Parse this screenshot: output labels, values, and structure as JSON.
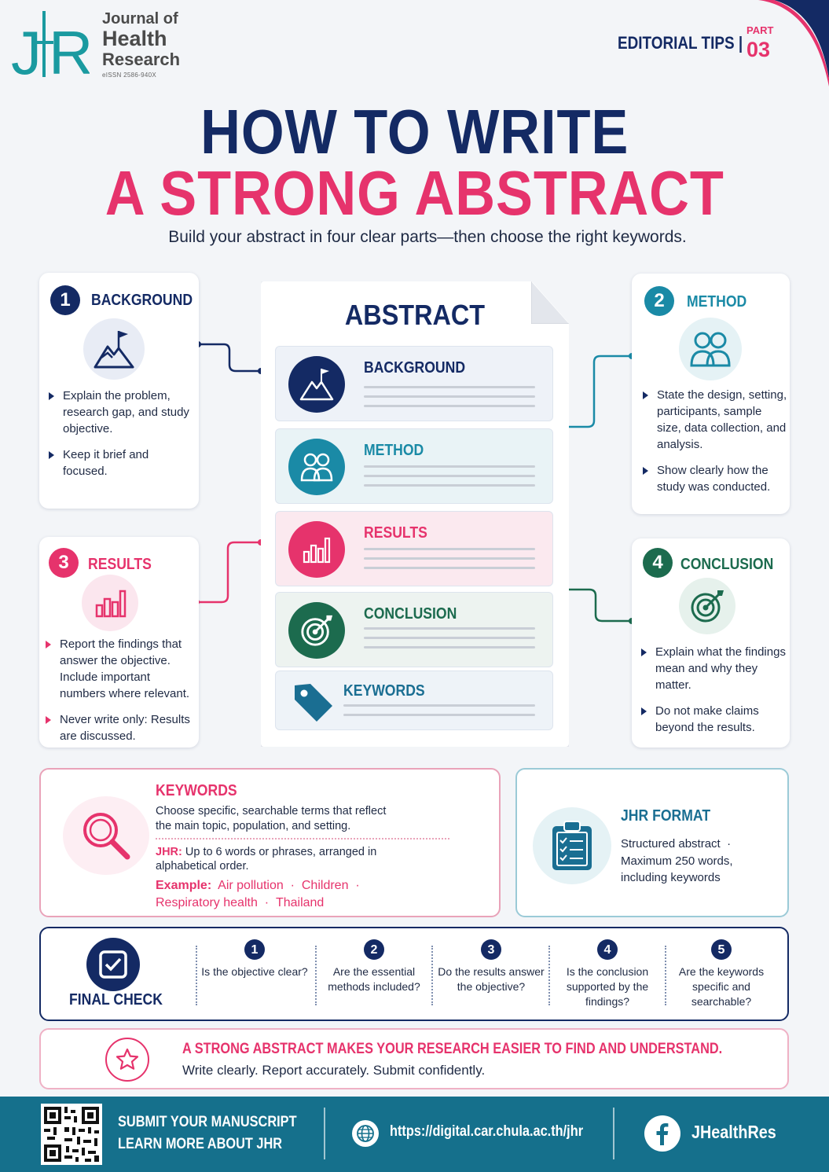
{
  "header": {
    "logo_mark": "JHR",
    "logo_line1": "Journal of",
    "logo_line2": "Health",
    "logo_line3": "Research",
    "issn": "eISSN 2586-940X",
    "editorial": "EDITORIAL TIPS |",
    "part_label": "PART",
    "part_number": "03"
  },
  "title": {
    "line1": "HOW TO WRITE",
    "line2": "A STRONG ABSTRACT",
    "subtitle": "Build your abstract in four clear parts—then choose the right keywords."
  },
  "cards": {
    "background": {
      "number": "1",
      "title": "BACKGROUND",
      "bullets": [
        "Explain the problem, research gap, and study objective.",
        "Keep it brief and focused."
      ]
    },
    "method": {
      "number": "2",
      "title": "METHOD",
      "bullets": [
        "State the design, setting, participants, sample size, data collection, and analysis.",
        "Show clearly how the study was conducted."
      ]
    },
    "results": {
      "number": "3",
      "title": "RESULTS",
      "bullets": [
        "Report the findings that answer the objective. Include important numbers where relevant.",
        "Never write only: Results are discussed."
      ]
    },
    "conclusion": {
      "number": "4",
      "title": "CONCLUSION",
      "bullets": [
        "Explain what the findings mean and why they matter.",
        "Do not make claims beyond the results."
      ]
    }
  },
  "abstract": {
    "title": "ABSTRACT",
    "sections": [
      "BACKGROUND",
      "METHOD",
      "RESULTS",
      "CONCLUSION",
      "KEYWORDS"
    ]
  },
  "keywords": {
    "title": "KEYWORDS",
    "text": "Choose specific, searchable terms that reflect the main topic, population, and setting.",
    "jhr_label": "JHR:",
    "jhr_text": "Up to 6 words or phrases, arranged in alphabetical order.",
    "example_label": "Example:",
    "examples": [
      "Air pollution",
      "Children",
      "Respiratory health",
      "Thailand"
    ]
  },
  "format": {
    "title": "JHR FORMAT",
    "line1": "Structured abstract",
    "line2": "Maximum 250 words,",
    "line3": "including keywords"
  },
  "final_check": {
    "title": "FINAL CHECK",
    "questions": [
      {
        "num": "1",
        "text": "Is the objective clear?"
      },
      {
        "num": "2",
        "text": "Are the essential methods included?"
      },
      {
        "num": "3",
        "text": "Do the results answer the objective?"
      },
      {
        "num": "4",
        "text": "Is the conclusion supported by the findings?"
      },
      {
        "num": "5",
        "text": "Are the keywords specific and searchable?"
      }
    ]
  },
  "closing": {
    "headline": "A STRONG ABSTRACT MAKES YOUR RESEARCH EASIER TO FIND AND UNDERSTAND.",
    "tagline": "Write clearly. Report accurately. Submit confidently."
  },
  "footer": {
    "line1": "SUBMIT YOUR MANUSCRIPT",
    "line2": "LEARN MORE ABOUT JHR",
    "url": "https://digital.car.chula.ac.th/jhr",
    "facebook": "JHealthRes"
  },
  "colors": {
    "navy": "#142a64",
    "pink": "#e6336c",
    "teal": "#1a8aa6",
    "green": "#1c6b4e",
    "footer": "#15708c"
  }
}
